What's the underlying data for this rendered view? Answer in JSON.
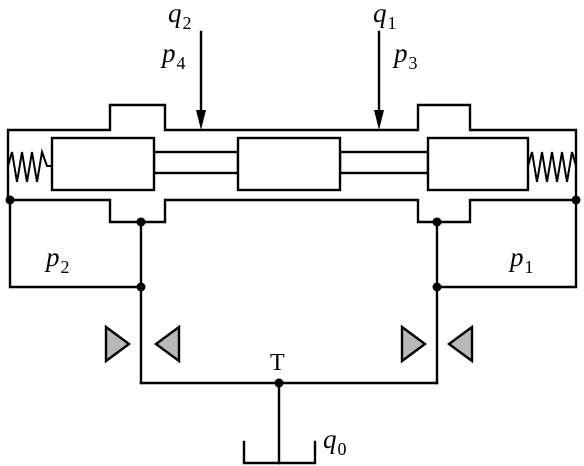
{
  "labels": {
    "q2": {
      "main": "q",
      "sub": "2"
    },
    "q1": {
      "main": "q",
      "sub": "1"
    },
    "p4": {
      "main": "p",
      "sub": "4"
    },
    "p3": {
      "main": "p",
      "sub": "3"
    },
    "p2": {
      "main": "p",
      "sub": "2"
    },
    "p1": {
      "main": "p",
      "sub": "1"
    },
    "tank_port": "T",
    "q0": {
      "main": "q",
      "sub": "0"
    }
  },
  "colors": {
    "line": "#000000",
    "orifice_fill": "#b9b9b9",
    "background": "#ffffff"
  }
}
